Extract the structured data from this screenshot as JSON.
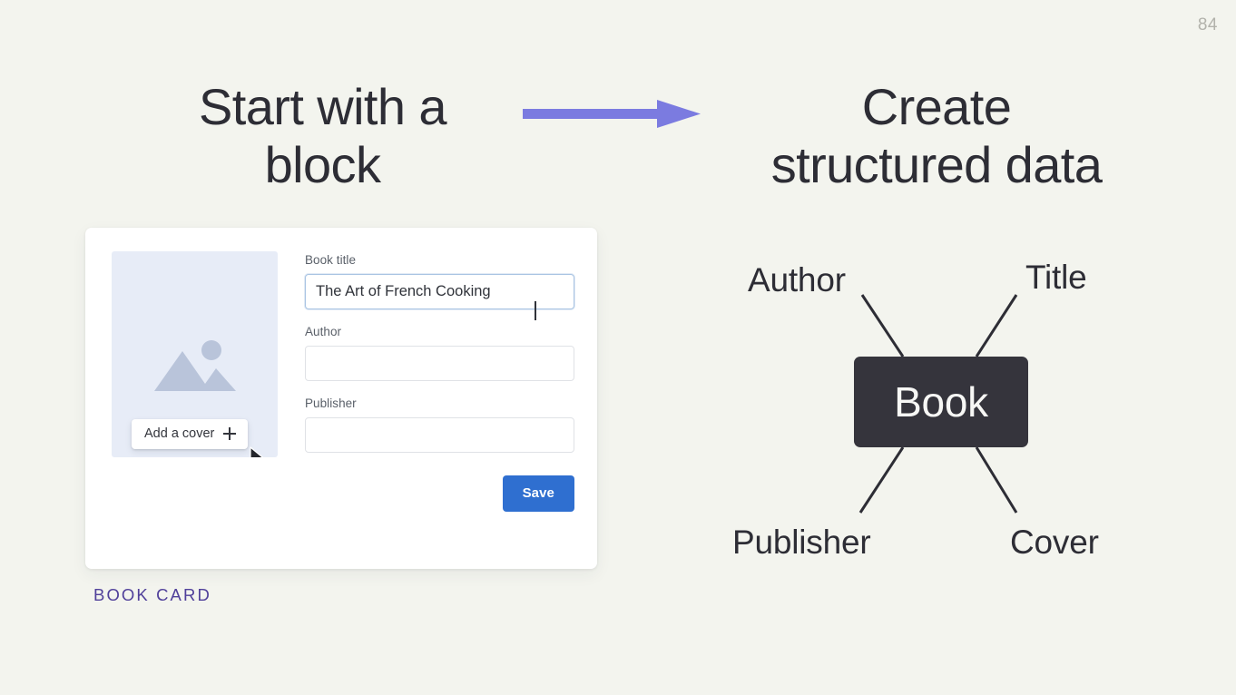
{
  "slide": {
    "page_number": "84",
    "background_color": "#f3f4ee",
    "text_color": "#2d2d35"
  },
  "headings": {
    "left": "Start with a\nblock",
    "right": "Create\nstructured data"
  },
  "arrow": {
    "name": "right-arrow",
    "color": "#7b7be0"
  },
  "card": {
    "caption": "BOOK CARD",
    "caption_color": "#50409a",
    "cover": {
      "background_color": "#e7ecf7",
      "icon": "image-placeholder-icon",
      "icon_color": "#b9c4da",
      "add_cover_label": "Add a cover",
      "add_cover_icon": "plus-icon"
    },
    "fields": [
      {
        "label": "Book title",
        "value": "The Art of French Cooking",
        "placeholder": "",
        "focused": true
      },
      {
        "label": "Author",
        "value": "",
        "placeholder": "",
        "focused": false
      },
      {
        "label": "Publisher",
        "value": "",
        "placeholder": "",
        "focused": false
      }
    ],
    "save_label": "Save",
    "save_color": "#2f6fd0"
  },
  "diagram": {
    "node_label": "Book",
    "node_color": "#35343c",
    "node_text_color": "#f7f7f5",
    "line_color": "#2d2d35",
    "attributes": [
      {
        "label": "Author",
        "position": "top-left"
      },
      {
        "label": "Title",
        "position": "top-right"
      },
      {
        "label": "Publisher",
        "position": "bottom-left"
      },
      {
        "label": "Cover",
        "position": "bottom-right"
      }
    ]
  }
}
